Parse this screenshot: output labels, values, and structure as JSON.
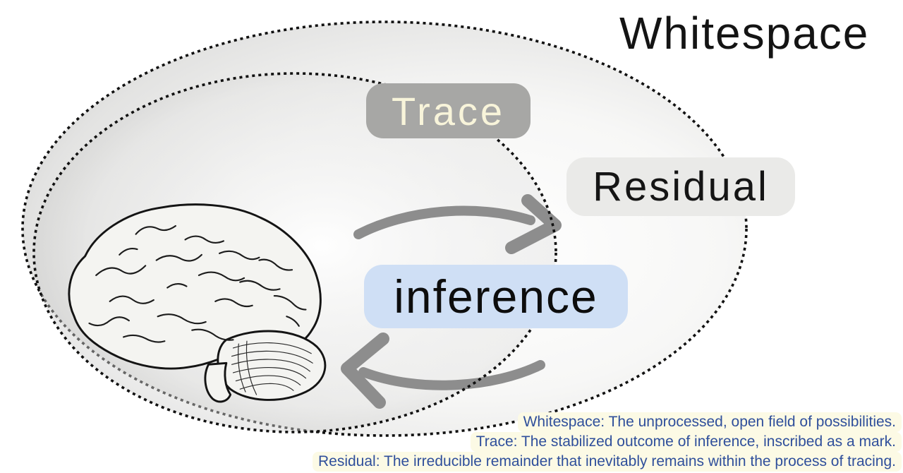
{
  "diagram": {
    "title": "Whitespace",
    "labels": {
      "trace": "Trace",
      "residual": "Residual",
      "inference": "inference"
    },
    "captions": [
      "Whitespace: The unprocessed, open field of possibilities.",
      "Trace: The stabilized outcome of inference, inscribed as a mark.",
      "Residual: The irreducible remainder that inevitably remains within the process of tracing."
    ],
    "icons": {
      "brain": "brain-engraving-illustration",
      "arrow_top": "cycle-arrow-right",
      "arrow_bottom": "cycle-arrow-left"
    },
    "colors": {
      "trace_bg": "#a7a7a5",
      "trace_text": "#f8f4da",
      "residual_bg": "#eaeae8",
      "residual_text": "#151515",
      "inference_bg": "#cfdff5",
      "inference_text": "#0d0d0d",
      "caption_bg": "#fcfae5",
      "caption_text": "#2f4f9b",
      "arrow": "#8d8d8d",
      "dots": "#111111",
      "title_text": "#141414"
    }
  }
}
